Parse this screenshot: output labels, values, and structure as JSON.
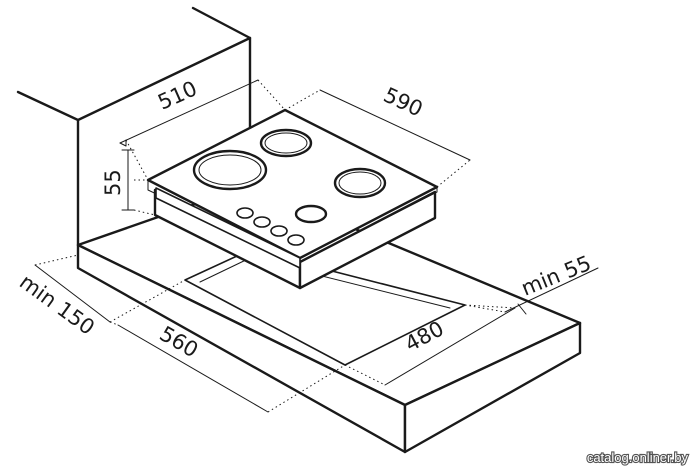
{
  "dimensions": {
    "depth": "510",
    "width": "590",
    "height": "55",
    "min_back": "min 150",
    "min_side": "min 55",
    "cutout_width": "560",
    "cutout_depth": "480"
  },
  "watermark": "catalog.onliner.by",
  "colors": {
    "line": "#1a1a1a",
    "background": "#ffffff"
  }
}
